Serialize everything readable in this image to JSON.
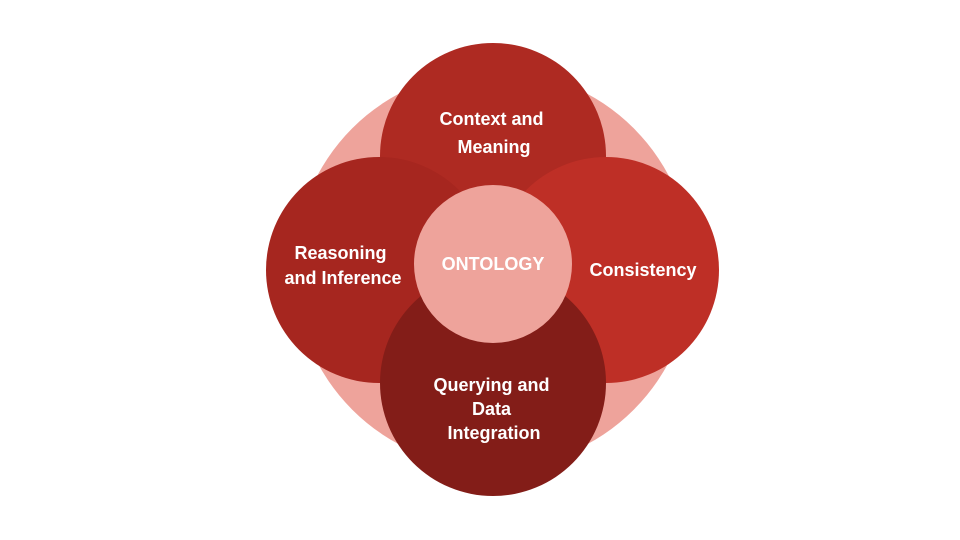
{
  "diagram": {
    "center": {
      "label": "ONTOLOGY",
      "color": "#eea39b"
    },
    "background_circle_color": "#eea39b",
    "petals": [
      {
        "id": "top",
        "lines": [
          "Context and",
          "Meaning"
        ],
        "color": "#ae2a22"
      },
      {
        "id": "left",
        "lines": [
          "Reasoning",
          "and Inference"
        ],
        "color": "#a6261f"
      },
      {
        "id": "bottom",
        "lines": [
          "Querying and",
          "Data",
          "Integration"
        ],
        "color": "#831d18"
      },
      {
        "id": "right",
        "lines": [
          "Consistency"
        ],
        "color": "#be2f26"
      }
    ]
  }
}
